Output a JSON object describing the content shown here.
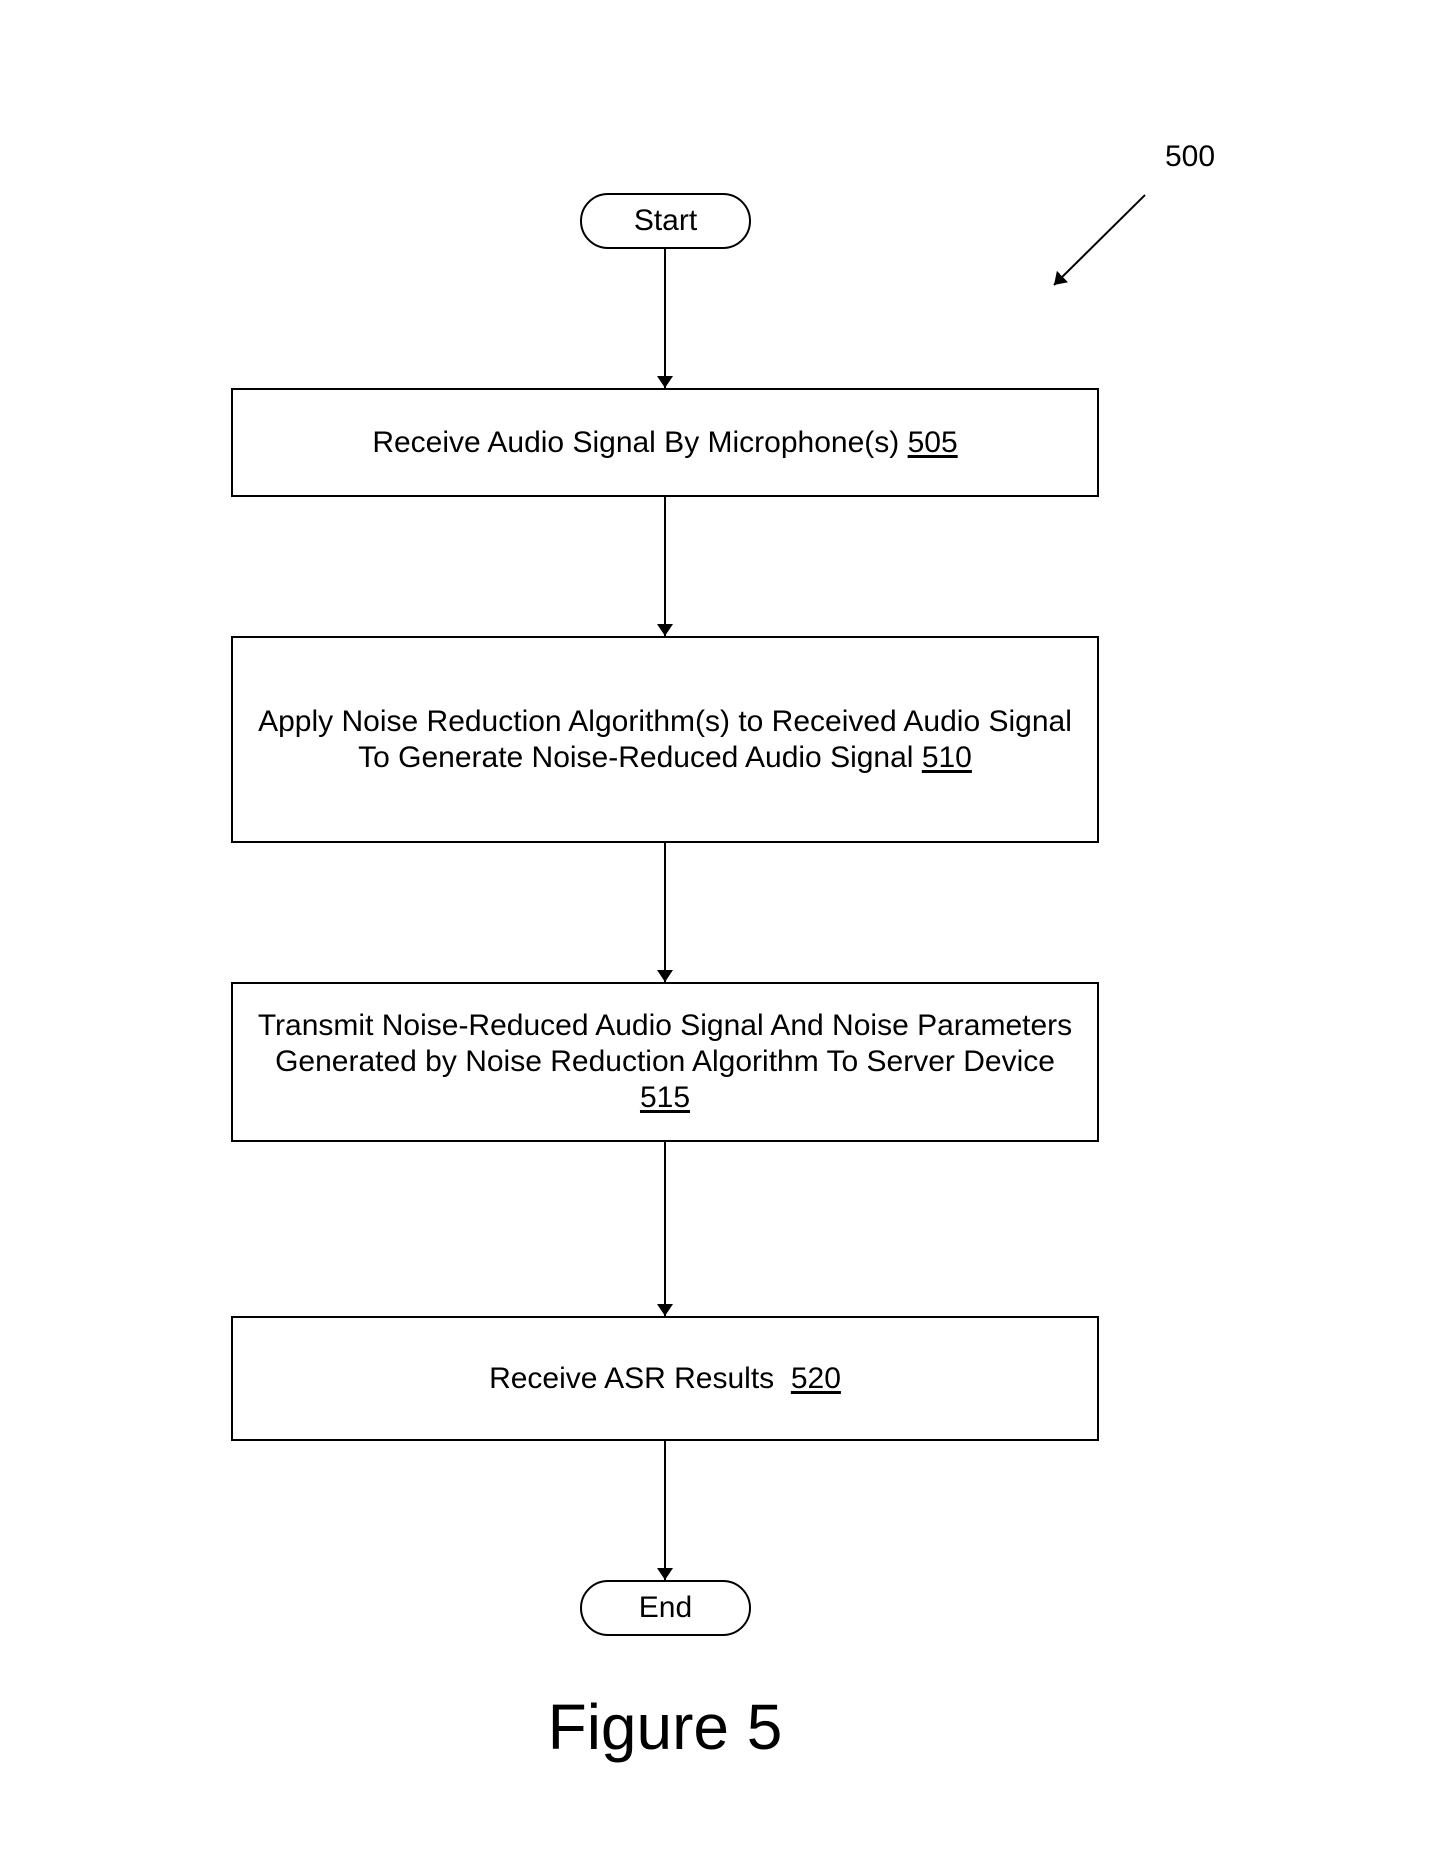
{
  "diagram_ref": "500",
  "start_label": "Start",
  "end_label": "End",
  "steps": [
    {
      "lines": [
        "Receive Audio Signal By Microphone(s)"
      ],
      "ref": "505"
    },
    {
      "lines": [
        "Apply Noise Reduction Algorithm(s) to Received Audio Signal",
        "To Generate Noise-Reduced Audio Signal"
      ],
      "ref": "510"
    },
    {
      "lines": [
        "Transmit Noise-Reduced Audio Signal And Noise Parameters",
        "Generated by Noise Reduction Algorithm To Server Device"
      ],
      "ref": "515"
    },
    {
      "lines": [
        "Receive ASR Results"
      ],
      "ref": "520"
    }
  ],
  "caption": "Figure 5"
}
